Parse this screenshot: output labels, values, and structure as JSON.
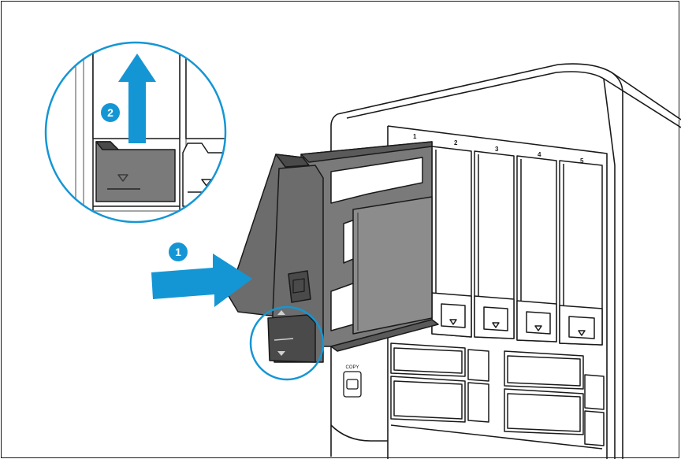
{
  "steps": [
    {
      "number": "1",
      "description_icon": "arrow-right-icon"
    },
    {
      "number": "2",
      "description_icon": "arrow-up-icon"
    }
  ],
  "bay_labels": [
    "1",
    "2",
    "3",
    "4",
    "5"
  ],
  "copy_button_label": "COPY",
  "colors": {
    "accent": "#1596d4",
    "tray": "#6f6f6f",
    "tray_dark": "#3a3a3a",
    "outline": "#1a1a1a"
  }
}
